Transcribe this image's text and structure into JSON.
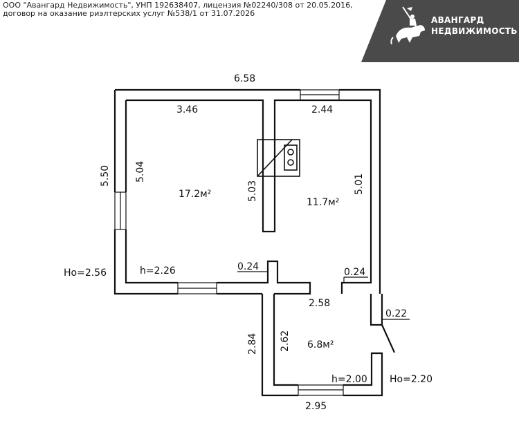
{
  "header": {
    "line1": "ООО \"Авангард Недвижимость\", УНП 192638407, лицензия №02240/308 от 20.05.2016,",
    "line2": "договор на оказание риэлтерских услуг №538/1 от 31.07.2026"
  },
  "logo": {
    "line1": "АВАНГАРД",
    "line2": "НЕДВИЖИМОСТЬ",
    "icon": "knight-on-horse-icon",
    "band_color": "#4a4a4a"
  },
  "plan": {
    "overall_width": "6.58",
    "left_height": "5.50",
    "room1_width": "3.46",
    "room1_height": "5.04",
    "room1_area": "17.2м²",
    "partition_length": "5.03",
    "room2_width": "2.44",
    "room2_height": "5.01",
    "room2_area": "11.7м²",
    "wall_thickness_a": "0.24",
    "wall_thickness_b": "0.24",
    "wall_thickness_c": "0.22",
    "ceiling_main": "Ho=2.56",
    "ceiling_room": "h=2.26",
    "vestibule_width": "2.58",
    "vestibule_outer_height": "2.84",
    "vestibule_inner_height": "2.62",
    "vestibule_area": "6.8м²",
    "vestibule_ceiling": "h=2.00",
    "vestibule_outer_ceiling": "Ho=2.20",
    "vestibule_outer_width": "2.95"
  }
}
